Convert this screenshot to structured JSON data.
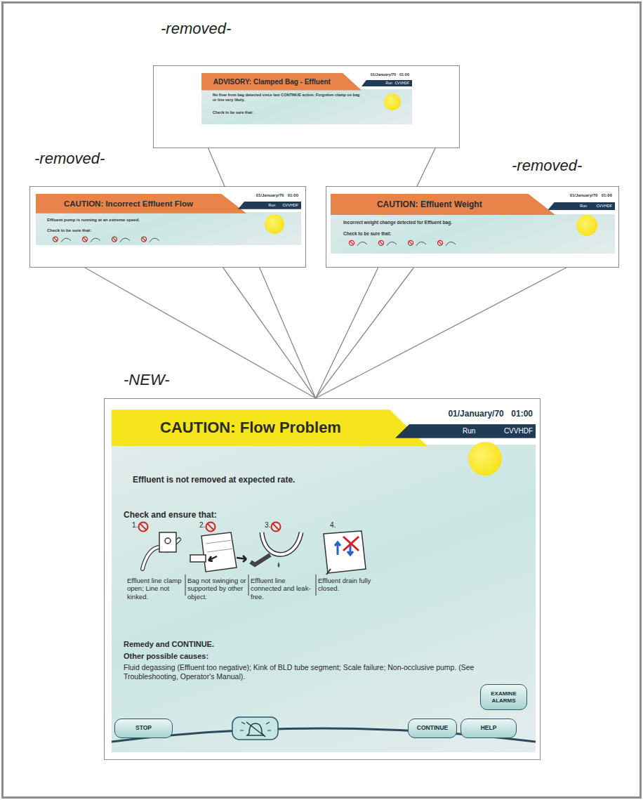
{
  "diagram": {
    "nodes": [
      {
        "text": [
          "-removed-",
          "ADVISORY: Clamped Bag - Effluent",
          "01/January/70 01:00",
          "Run",
          "CVVHDF",
          "No flow from bag detected since last CONTINUE action. Forgotten clamp on bag or line very likely.",
          "Check to be sure that:"
        ]
      },
      {
        "text": [
          "-removed-",
          "CAUTION: Incorrect Effluent Flow",
          "01/January/70 01:00",
          "Run",
          "CVVHDF",
          "Effluent pump is running at an extreme speed.",
          "Check to be sure that:"
        ]
      },
      {
        "text": [
          "-removed-",
          "CAUTION: Effluent Weight",
          "01/January/70 01:00",
          "Run",
          "CVVHDF",
          "Incorrect weight change detected for Effluent bag.",
          "Check to be sure that:"
        ]
      },
      {
        "text": [
          "-NEW-",
          "CAUTION: Flow Problem",
          "01/January/70 01:00",
          "Run",
          "CVVHDF",
          "Effluent is not removed at expected rate.",
          "Check and ensure that:",
          "1.",
          "2.",
          "3.",
          "4.",
          "Effluent line clamp open; Line not kinked.",
          "Bag not swinging or supported by other object.",
          "Effluent line connected and leak-free.",
          "Effluent drain fully closed.",
          "Remedy and CONTINUE.",
          "Other possible causes:",
          "Fluid degassing (Effluent too negative); Kink of BLD tube segment; Scale failure; Non-occlusive pump. (See Troubleshooting, Operator's Manual)."
        ]
      },
      {
        "text": [
          "EXAMINE ALARMS"
        ],
        "in": 3
      },
      {
        "text": [
          "STOP"
        ],
        "in": 3
      },
      {
        "text": [
          "CONTINUE"
        ],
        "in": 3
      },
      {
        "text": [
          "HELP"
        ],
        "in": 3
      }
    ],
    "edges": [
      {
        "from": 0,
        "to": 3,
        "arrow": "none"
      },
      {
        "from": 1,
        "to": 3,
        "arrow": "none"
      },
      {
        "from": 2,
        "to": 3,
        "arrow": "none"
      }
    ]
  }
}
